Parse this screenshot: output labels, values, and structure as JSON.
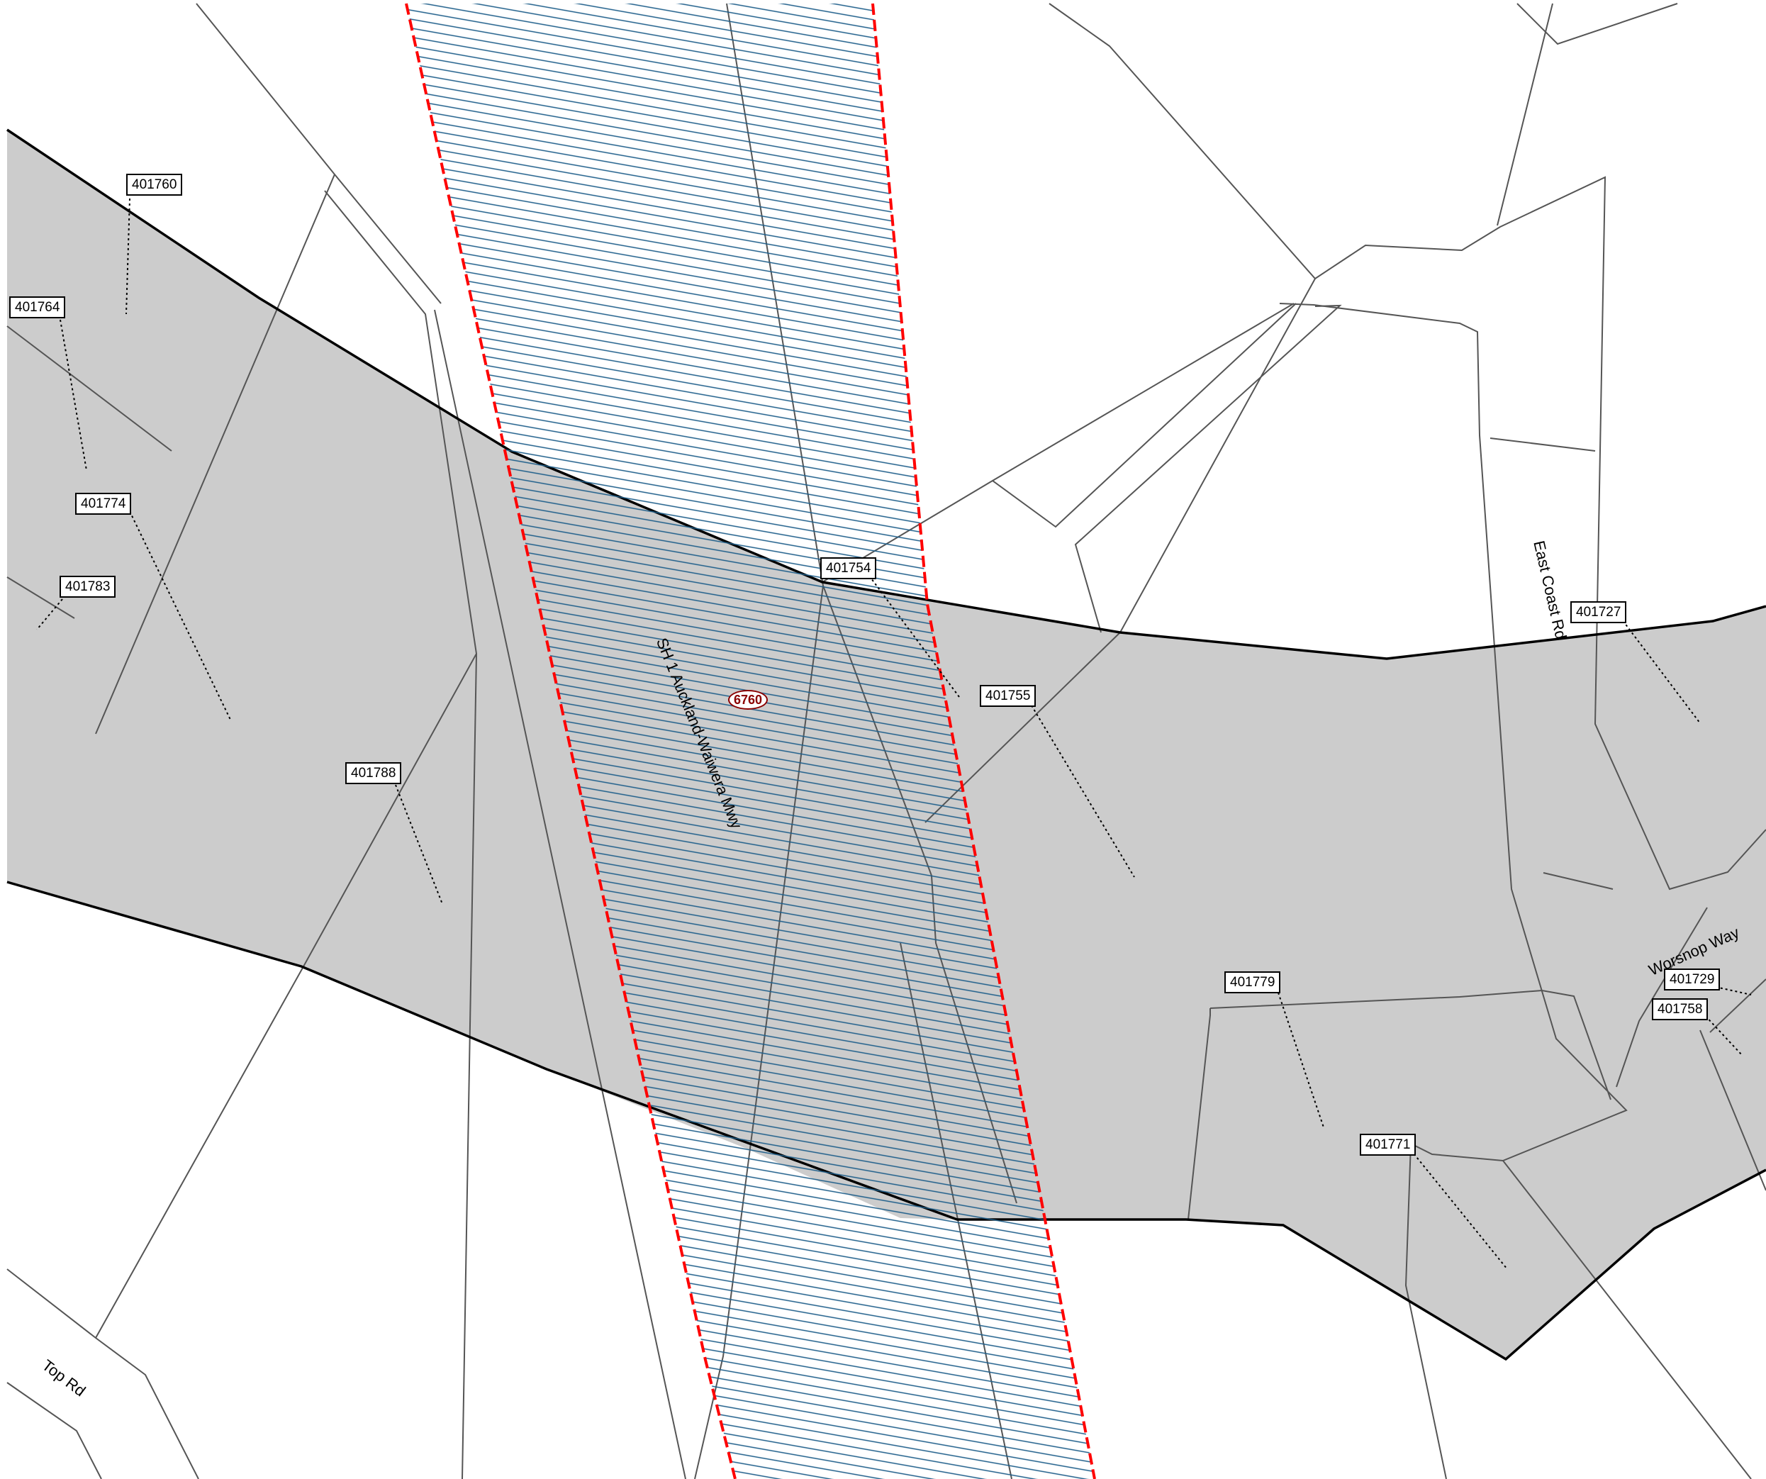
{
  "map": {
    "colors": {
      "background": "#ffffff",
      "parcel_fill": "#cccccc",
      "parcel_line": "#555555",
      "boundary_line": "#000000",
      "designation_line": "#ff0000",
      "hatch_line": "#1f5f8b",
      "shield_text": "#8b0000"
    },
    "property_labels": [
      "401760",
      "401764",
      "401774",
      "401783",
      "401788",
      "401754",
      "401755",
      "401727",
      "401779",
      "401771",
      "401729",
      "401758"
    ],
    "road_labels": {
      "motorway": "SH 1 Auckland-Waiwera Mwy",
      "east_coast": "East Coast Rd",
      "worsnop": "Worsnop Way",
      "top": "Top Rd"
    },
    "designation_shield": "6760"
  }
}
